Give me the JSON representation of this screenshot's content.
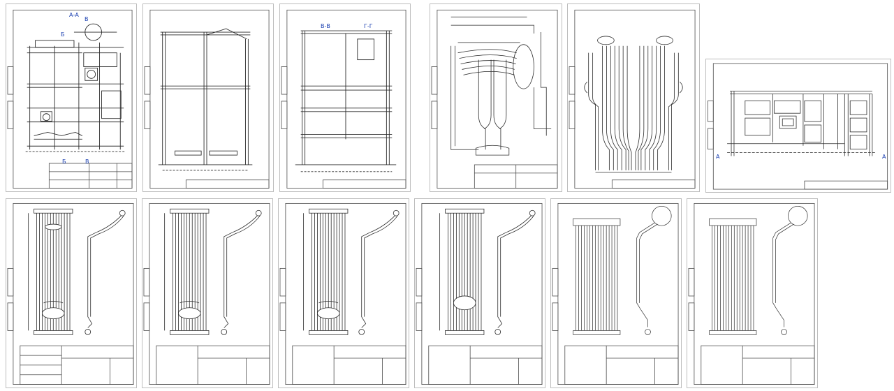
{
  "sheets": [
    {
      "labels": {
        "section_aa": "А-А",
        "mark_v_top": "В",
        "mark_b_top": "Б",
        "mark_b_bottom": "Б",
        "mark_v_bottom": "В"
      }
    },
    {
      "labels": {}
    },
    {
      "labels": {
        "section_vv": "В-В",
        "section_gg": "Г-Г"
      }
    },
    {
      "labels": {}
    },
    {
      "labels": {}
    },
    {
      "labels": {
        "mark_a_left": "А",
        "mark_a_right": "А"
      }
    },
    {
      "labels": {}
    },
    {
      "labels": {}
    },
    {
      "labels": {}
    },
    {
      "labels": {}
    },
    {
      "labels": {}
    },
    {
      "labels": {}
    }
  ],
  "colors": {
    "line": "#2b2b2b",
    "frame": "#4a4a4a",
    "label": "#1a3fb0",
    "faint": "#9a9a9a"
  }
}
